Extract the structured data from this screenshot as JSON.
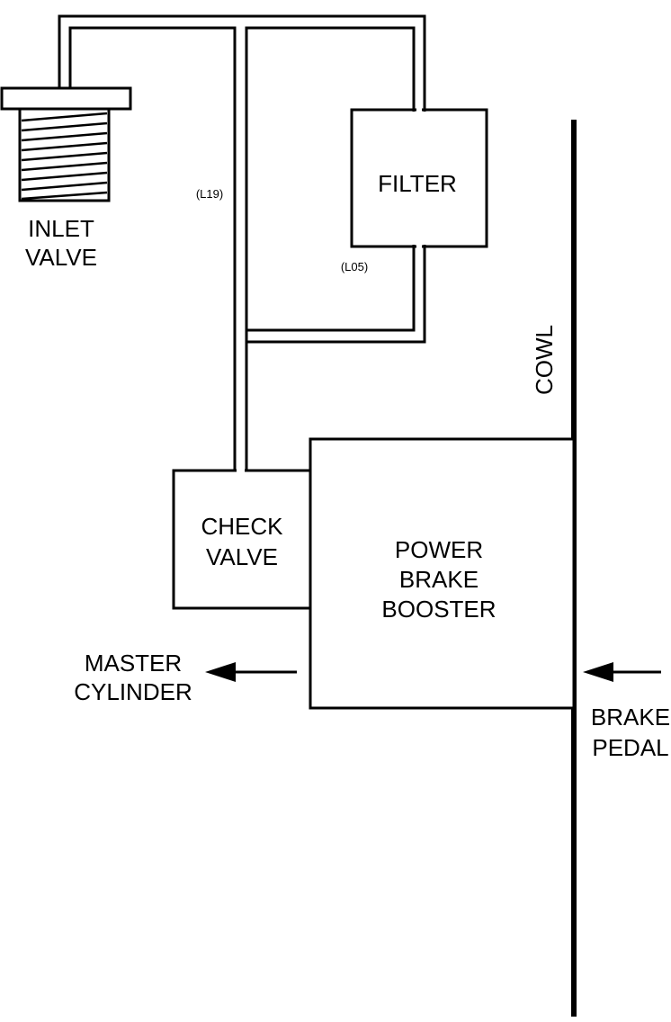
{
  "labels": {
    "inlet_valve": [
      "INLET",
      "VALVE"
    ],
    "filter": "FILTER",
    "line_l19": "(L19)",
    "line_l05": "(L05)",
    "cowl": "COWL",
    "check_valve": [
      "CHECK",
      "VALVE"
    ],
    "booster": [
      "POWER",
      "BRAKE",
      "BOOSTER"
    ],
    "master_cylinder": [
      "MASTER",
      "CYLINDER"
    ],
    "brake_pedal": [
      "BRAKE",
      "PEDAL"
    ]
  },
  "colors": {
    "line": "#000000",
    "background": "#ffffff"
  }
}
